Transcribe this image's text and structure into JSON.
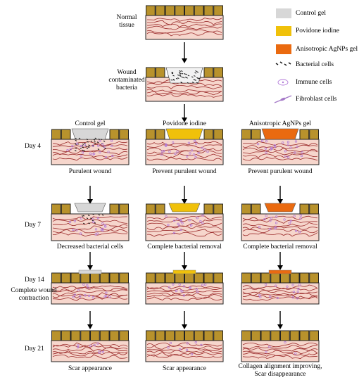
{
  "rows": {
    "normal": "Normal\ntissue",
    "wound": "Wound\ncontaminated\nbacteria",
    "day4": "Day 4",
    "day7": "Day 7",
    "day14": "Day 14",
    "contraction": "Complete wound\ncontraction",
    "day21": "Day 21"
  },
  "columns": {
    "control": "Control gel",
    "povidone": "Povidone iodine",
    "agnps": "Anisotropic AgNPs gel"
  },
  "captions": {
    "d4_control": "Purulent wound",
    "d4_povidone": "Prevent purulent wound",
    "d4_agnps": "Prevent purulent wound",
    "d7_control": "Decreased bacterial cells",
    "d7_povidone": "Complete bacterial removal",
    "d7_agnps": "Complete bacterial removal",
    "d21_control": "Scar appearance",
    "d21_povidone": "Scar appearance",
    "d21_agnps": "Collagen alignment improving,\nScar disappearance"
  },
  "legend": {
    "control_gel": "Control gel",
    "povidone": "Povidone iodine",
    "agnps": "Anisotropic AgNPs gel",
    "bacteria": "Bacterial cells",
    "immune": "Immune cells",
    "fibroblast": "Fibroblast cells"
  },
  "colors": {
    "epidermis": "#b8922c",
    "dermis": "#f6d6cc",
    "fiber": "#9b2b2b",
    "control_gel": "#d7d7d7",
    "povidone": "#f0c10a",
    "agnps": "#ea6a10",
    "immune": "#b27ad8",
    "fibroblast": "#a57ac8",
    "bacteria": "#111111"
  }
}
